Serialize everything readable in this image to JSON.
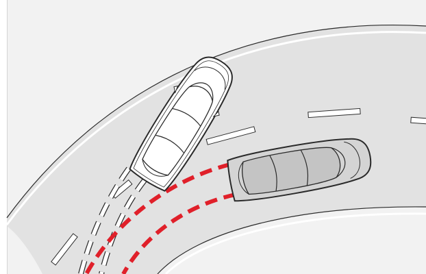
{
  "illustration": {
    "subject": "",
    "colors": {
      "background": "#f2f2f2",
      "road": "#e2e2e2",
      "road_edge": "#ffffff",
      "lane_marking": "#ffffff",
      "outline": "#2a2a2a",
      "intended_path": "#ffffff",
      "skid_path": "#e0202a",
      "skidding_car_body": "#d4d4d4",
      "skidding_car_glass": "#c4c4c4",
      "guided_car_body": "#ffffff"
    },
    "icons": [
      "car-icon",
      "car-icon",
      "road-curve",
      "lane-dashes",
      "tire-track-dashes"
    ]
  }
}
